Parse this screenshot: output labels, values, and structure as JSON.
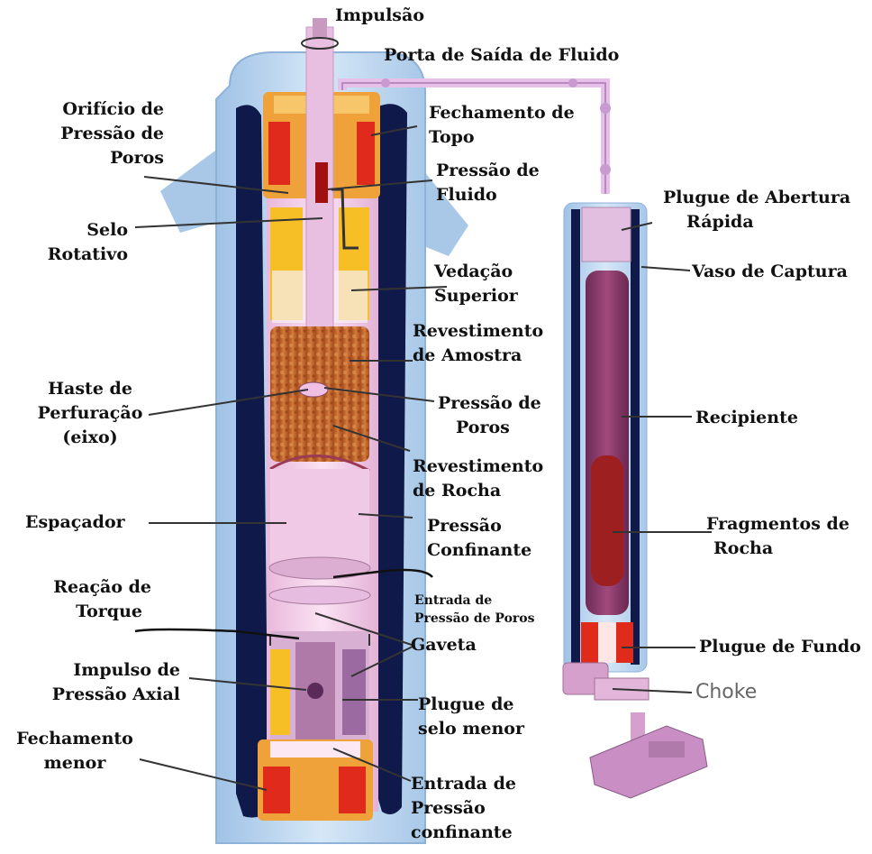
{
  "labels": {
    "impulsao": "Impulsão",
    "porta_saida": "Porta de Saída de Fluido",
    "orificio": [
      "Orifício de",
      "Pressão de",
      "Poros"
    ],
    "fechamento_topo": [
      "Fechamento de",
      "Topo"
    ],
    "pressao_fluido": [
      "Pressão de",
      "Fluido"
    ],
    "plugue_abertura": [
      "Plugue de Abertura",
      "Rápida"
    ],
    "selo_rotativo": [
      "Selo",
      "Rotativo"
    ],
    "vaso_captura": "Vaso de Captura",
    "vedacao_superior": [
      "Vedação",
      "Superior"
    ],
    "revestimento_amostra": [
      "Revestimento",
      "de Amostra"
    ],
    "haste": [
      "Haste de",
      "Perfuração",
      "(eixo)"
    ],
    "pressao_poros": [
      "Pressão de",
      "Poros"
    ],
    "recipiente": "Recipiente",
    "revestimento_rocha": [
      "Revestimento",
      "de Rocha"
    ],
    "espacador": "Espaçador",
    "pressao_confinante": [
      "Pressão",
      "Confinante"
    ],
    "fragmentos": [
      "Fragmentos de",
      "Rocha"
    ],
    "reacao_torque": [
      "Reação de",
      "Torque"
    ],
    "entrada_poros": [
      "Entrada de",
      "Pressão de Poros"
    ],
    "gaveta": "Gaveta",
    "plugue_fundo": "Plugue de Fundo",
    "impulso_axial": [
      "Impulso de",
      "Pressão Axial"
    ],
    "choke": "Choke",
    "plugue_selo_menor": [
      "Plugue de",
      "selo menor"
    ],
    "fechamento_menor": [
      "Fechamento",
      "menor"
    ],
    "entrada_confinante": [
      "Entrada de",
      "Pressão",
      "confinante"
    ]
  },
  "colors": {
    "outer_shell": "#b9d3ec",
    "dark_wall": "#101a4a",
    "inner_chamber": "#f2cce8",
    "rock_sample": "#c0652c",
    "yellow_seal": "#f6bf26",
    "red_part": "#e02a1c",
    "capture_fill": "#8a3464",
    "fragments": "#9e1f20",
    "leader_line": "#333333"
  }
}
